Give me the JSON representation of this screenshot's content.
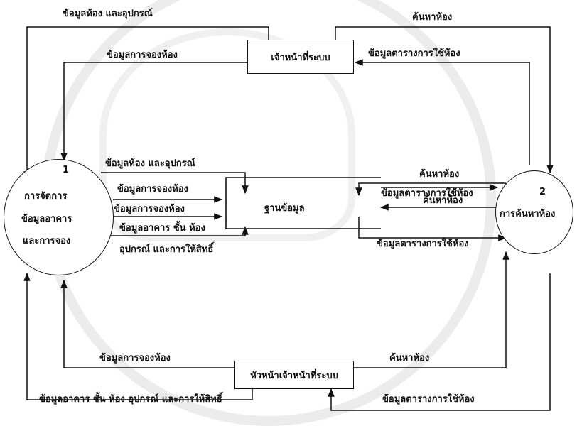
{
  "diagram": {
    "processes": [
      {
        "number": "1",
        "lines": [
          "การจัดการ",
          "ข้อมูลอาคาร",
          "และการจอง"
        ]
      },
      {
        "number": "2",
        "lines": [
          "การค้นหาห้อง"
        ]
      }
    ],
    "entities": {
      "admin": "เจ้าหน้าที่ระบบ",
      "head_admin": "หัวหน้าเจ้าหน้าที่ระบบ"
    },
    "datastore": "ฐานข้อมูล",
    "flows": {
      "top_room_equipment": "ข้อมูลห้อง และอุปกรณ์",
      "top_search_room": "ค้นหาห้อง",
      "top_booking_data": "ข้อมูลการจองห้อง",
      "top_schedule": "ข้อมูลตารางการใช้ห้อง",
      "mid_room_equipment": "ข้อมูลห้อง และอุปกรณ์",
      "mid_booking_1": "ข้อมูลการจองห้อง",
      "mid_booking_2": "ข้อมูลการจองห้อง",
      "mid_building_1": "ข้อมูลอาคาร ชั้น ห้อง",
      "mid_building_2": "อุปกรณ์ และการให้สิทธิ์",
      "right_search_1": "ค้นหาห้อง",
      "right_schedule_1": "ข้อมูลตารางการใช้ห้อง",
      "right_search_2": "ค้นหาห้อง",
      "right_schedule_2": "ข้อมูลตารางการใช้ห้อง",
      "bottom_booking": "ข้อมูลการจองห้อง",
      "bottom_search": "ค้นหาห้อง",
      "bottom_building": "ข้อมูลอาคาร ชั้น ห้อง อุปกรณ์ และการให้สิทธิ์",
      "bottom_schedule": "ข้อมูลตารางการใช้ห้อง"
    }
  }
}
